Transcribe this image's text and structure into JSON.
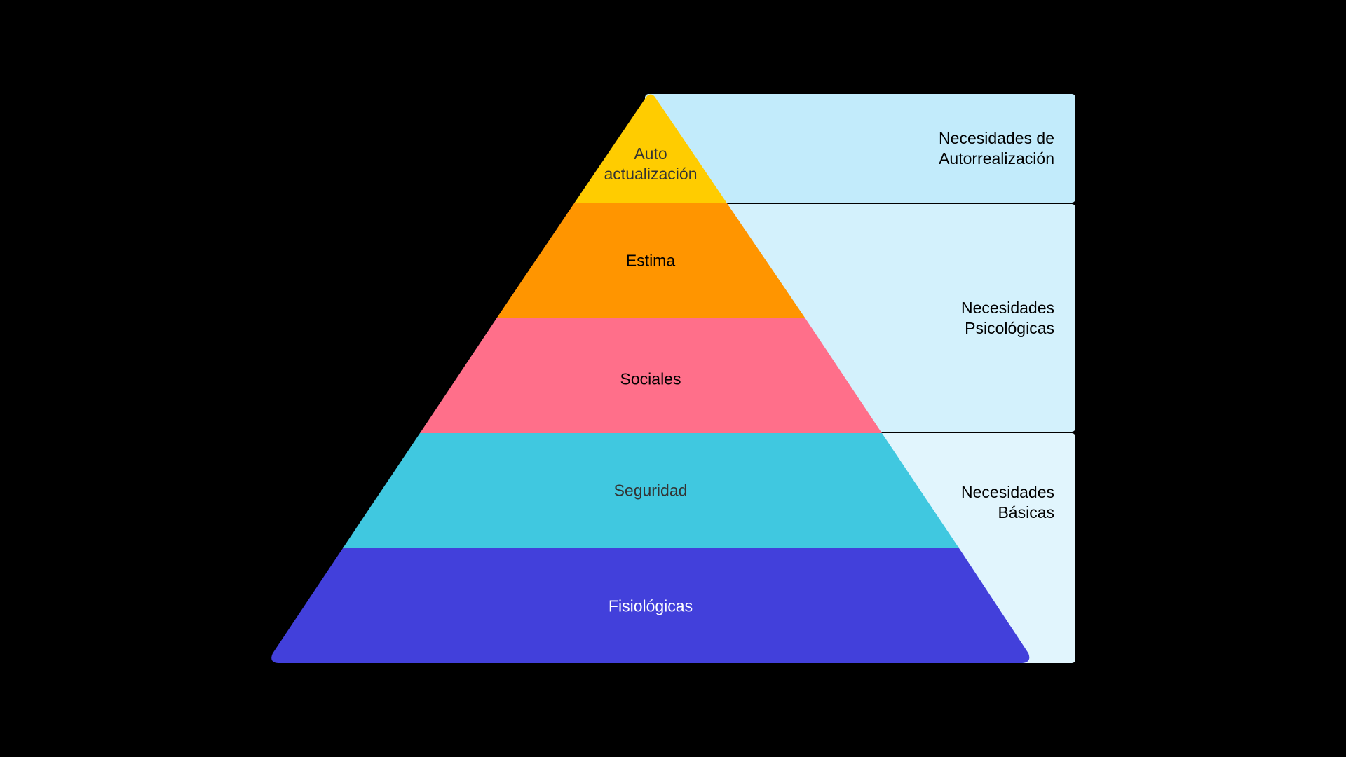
{
  "pyramid": {
    "levels": [
      {
        "label": "Auto\nactualización",
        "color": "#FFCC00",
        "text_color": "#333333"
      },
      {
        "label": "Estima",
        "color": "#FF9500",
        "text_color": "#000000"
      },
      {
        "label": "Sociales",
        "color": "#FF6F8A",
        "text_color": "#000000"
      },
      {
        "label": "Seguridad",
        "color": "#40C8E0",
        "text_color": "#333333"
      },
      {
        "label": "Fisiológicas",
        "color": "#4240DB",
        "text_color": "#FFFFFF"
      }
    ]
  },
  "groups": [
    {
      "label": "Necesidades de\nAutorrealización",
      "color": "#C2EBFB"
    },
    {
      "label": "Necesidades\nPsicológicas",
      "color": "#D3F1FC"
    },
    {
      "label": "Necesidades\nBásicas",
      "color": "#E1F5FD"
    }
  ]
}
